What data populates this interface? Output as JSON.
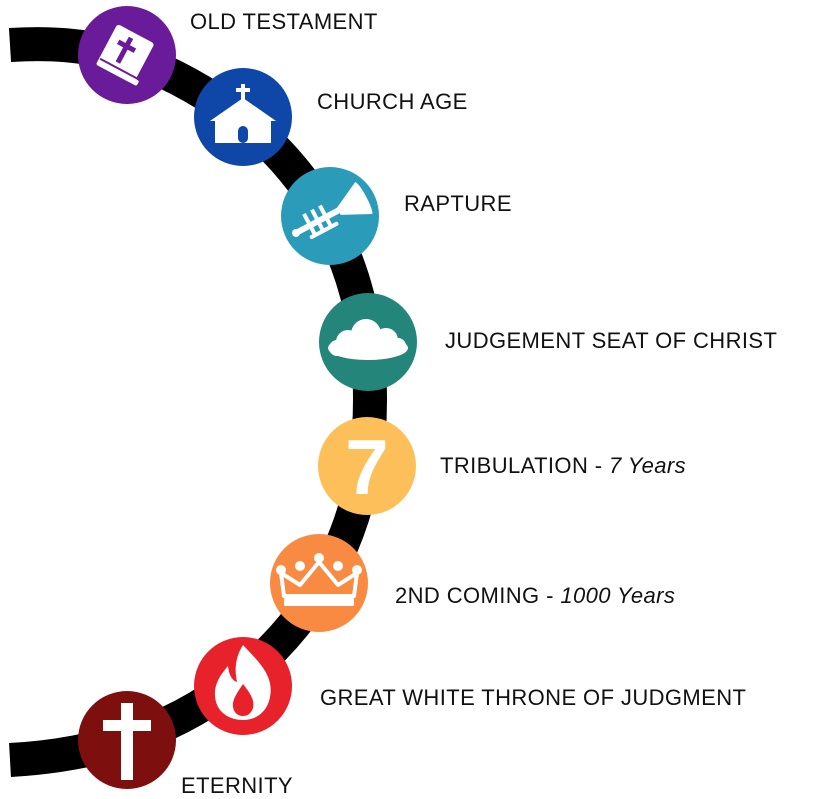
{
  "stages": [
    {
      "label": "OLD TESTAMENT",
      "suffix": "",
      "icon": "bible-icon",
      "color": "#6a1b9a"
    },
    {
      "label": "CHURCH AGE",
      "suffix": "",
      "icon": "church-icon",
      "color": "#0f47a8"
    },
    {
      "label": "RAPTURE",
      "suffix": "",
      "icon": "trumpet-icon",
      "color": "#2a9cba"
    },
    {
      "label": "JUDGEMENT SEAT OF CHRIST",
      "suffix": "",
      "icon": "cloud-icon",
      "color": "#24857a"
    },
    {
      "label": "TRIBULATION - ",
      "suffix": "7 Years",
      "icon": "seven-icon",
      "icon_text": "7",
      "color": "#fdbf5a"
    },
    {
      "label": "2ND COMING - ",
      "suffix": "1000 Years",
      "icon": "crown-icon",
      "color": "#f98a41"
    },
    {
      "label": "GREAT WHITE THRONE OF JUDGMENT",
      "suffix": "",
      "icon": "flame-icon",
      "color": "#e8222b"
    },
    {
      "label": "ETERNITY",
      "suffix": "",
      "icon": "cross-icon",
      "color": "#7d0f0f"
    }
  ]
}
